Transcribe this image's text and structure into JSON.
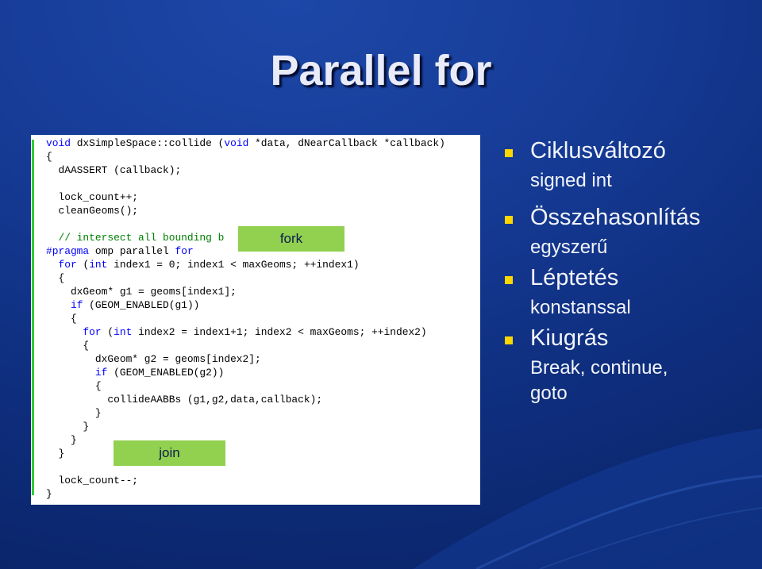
{
  "slide": {
    "title": "Parallel for"
  },
  "code": {
    "lines": [
      {
        "segments": [
          {
            "t": "void",
            "c": "kw"
          },
          {
            "t": " dxSimpleSpace::collide (",
            "c": ""
          },
          {
            "t": "void",
            "c": "kw"
          },
          {
            "t": " *data, dNearCallback *callback)",
            "c": ""
          }
        ]
      },
      {
        "segments": [
          {
            "t": "{",
            "c": ""
          }
        ]
      },
      {
        "segments": [
          {
            "t": "  dAASSERT (callback);",
            "c": ""
          }
        ]
      },
      {
        "segments": [
          {
            "t": "",
            "c": ""
          }
        ]
      },
      {
        "segments": [
          {
            "t": "  lock_count++;",
            "c": ""
          }
        ]
      },
      {
        "segments": [
          {
            "t": "  cleanGeoms();",
            "c": ""
          }
        ]
      },
      {
        "segments": [
          {
            "t": "",
            "c": ""
          }
        ]
      },
      {
        "segments": [
          {
            "t": "  // intersect all bounding b",
            "c": "cm"
          }
        ]
      },
      {
        "segments": [
          {
            "t": "#pragma",
            "c": "kw"
          },
          {
            "t": " omp parallel ",
            "c": ""
          },
          {
            "t": "for",
            "c": "kw"
          }
        ]
      },
      {
        "segments": [
          {
            "t": "  ",
            "c": ""
          },
          {
            "t": "for",
            "c": "kw"
          },
          {
            "t": " (",
            "c": ""
          },
          {
            "t": "int",
            "c": "kw"
          },
          {
            "t": " index1 = 0; index1 < maxGeoms; ++index1)",
            "c": ""
          }
        ]
      },
      {
        "segments": [
          {
            "t": "  {",
            "c": ""
          }
        ]
      },
      {
        "segments": [
          {
            "t": "    dxGeom* g1 = geoms[index1];",
            "c": ""
          }
        ]
      },
      {
        "segments": [
          {
            "t": "    ",
            "c": ""
          },
          {
            "t": "if",
            "c": "kw"
          },
          {
            "t": " (GEOM_ENABLED(g1))",
            "c": ""
          }
        ]
      },
      {
        "segments": [
          {
            "t": "    {",
            "c": ""
          }
        ]
      },
      {
        "segments": [
          {
            "t": "      ",
            "c": ""
          },
          {
            "t": "for",
            "c": "kw"
          },
          {
            "t": " (",
            "c": ""
          },
          {
            "t": "int",
            "c": "kw"
          },
          {
            "t": " index2 = index1+1; index2 < maxGeoms; ++index2)",
            "c": ""
          }
        ]
      },
      {
        "segments": [
          {
            "t": "      {",
            "c": ""
          }
        ]
      },
      {
        "segments": [
          {
            "t": "        dxGeom* g2 = geoms[index2];",
            "c": ""
          }
        ]
      },
      {
        "segments": [
          {
            "t": "        ",
            "c": ""
          },
          {
            "t": "if",
            "c": "kw"
          },
          {
            "t": " (GEOM_ENABLED(g2))",
            "c": ""
          }
        ]
      },
      {
        "segments": [
          {
            "t": "        {",
            "c": ""
          }
        ]
      },
      {
        "segments": [
          {
            "t": "          collideAABBs (g1,g2,data,callback);",
            "c": ""
          }
        ]
      },
      {
        "segments": [
          {
            "t": "        }",
            "c": ""
          }
        ]
      },
      {
        "segments": [
          {
            "t": "      }",
            "c": ""
          }
        ]
      },
      {
        "segments": [
          {
            "t": "    }",
            "c": ""
          }
        ]
      },
      {
        "segments": [
          {
            "t": "  }",
            "c": ""
          }
        ]
      },
      {
        "segments": [
          {
            "t": "",
            "c": ""
          }
        ]
      },
      {
        "segments": [
          {
            "t": "  lock_count--;",
            "c": ""
          }
        ]
      },
      {
        "segments": [
          {
            "t": "}",
            "c": ""
          }
        ]
      }
    ]
  },
  "overlays": {
    "fork_label": "fork",
    "join_label": "join"
  },
  "bullets": [
    {
      "main": "Ciklusváltozó",
      "sub": [
        "signed int"
      ]
    },
    {
      "main": "Összehasonlítás",
      "sub": [
        "egyszerű"
      ]
    },
    {
      "main": "Léptetés",
      "sub": [
        "konstanssal"
      ]
    },
    {
      "main": "Kiugrás",
      "sub": [
        "Break, continue,",
        "goto"
      ]
    }
  ],
  "colors": {
    "bullet_marker": "#ffd700",
    "overlay_green": "#92d050",
    "keyword_blue": "#0000ff",
    "comment_green": "#008000"
  }
}
